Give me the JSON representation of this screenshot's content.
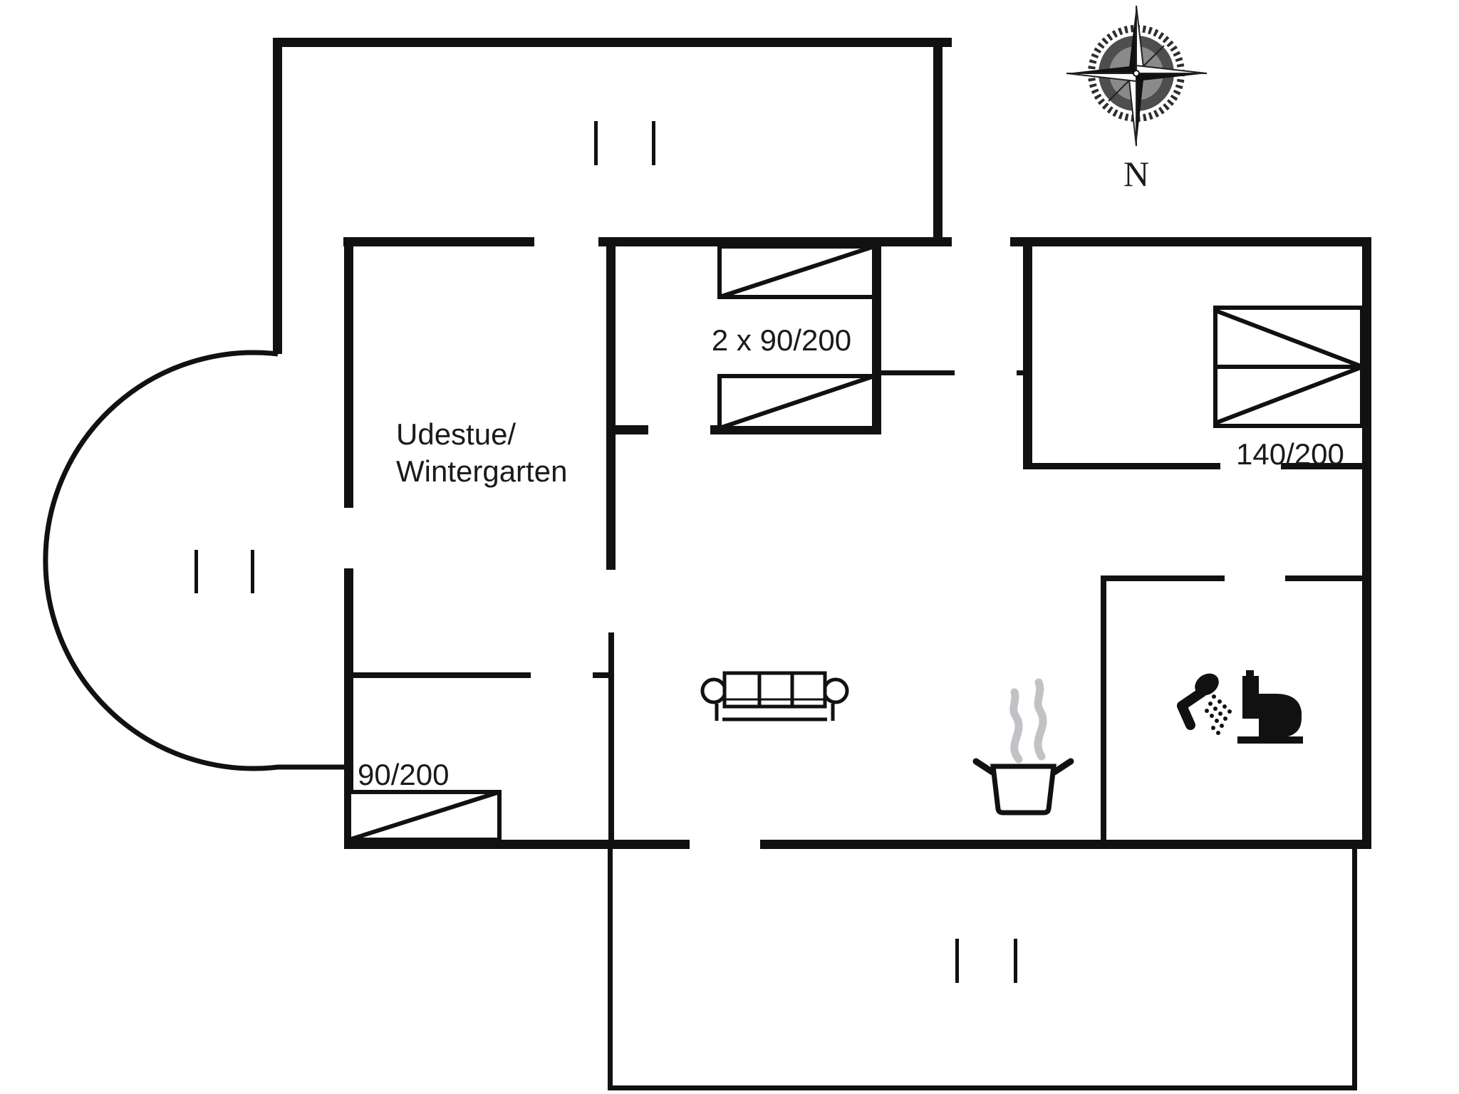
{
  "document": {
    "type": "floor-plan",
    "description": "holiday house floor plan"
  },
  "labels": {
    "sunroom_line1": "Udestue/",
    "sunroom_line2": "Wintergarten",
    "kids_beds": "2 x 90/200",
    "double_bed": "140/200",
    "single_bed": "90/200",
    "compass_north": "N"
  },
  "icons": {
    "compass": "compass-rose-icon",
    "sofa": "sofa-icon",
    "pot": "cooking-pot-icon",
    "steam": "steam-icon",
    "shower": "shower-icon",
    "toilet": "toilet-icon",
    "bed": "bed-icon",
    "window_mark": "window-tick-icon"
  },
  "colors": {
    "wall": "#111111",
    "background": "#ffffff",
    "steam": "#c2c2c6",
    "compass_dark": "#2e2e2e"
  }
}
